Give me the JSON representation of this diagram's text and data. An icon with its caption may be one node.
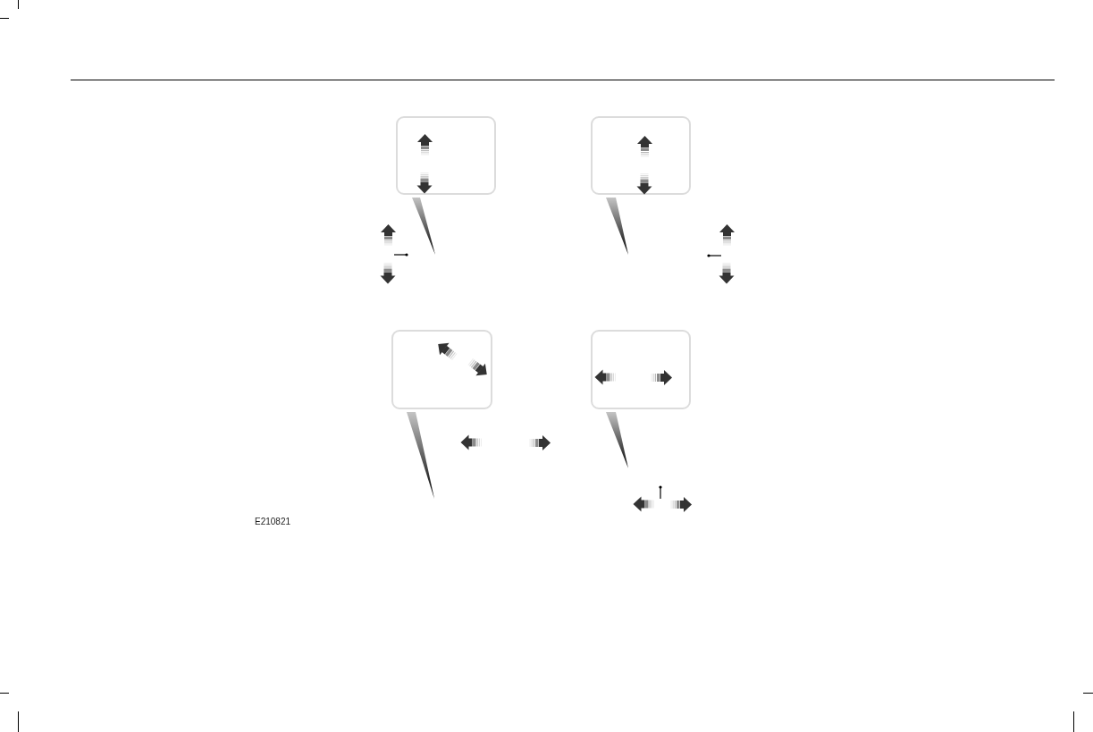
{
  "diagram": {
    "nodes": [
      {
        "text": [],
        "shape": "box"
      },
      {
        "text": [],
        "shape": "box"
      },
      {
        "text": [],
        "shape": "box"
      },
      {
        "text": [],
        "shape": "box"
      }
    ],
    "labels": [
      "E210821"
    ]
  }
}
